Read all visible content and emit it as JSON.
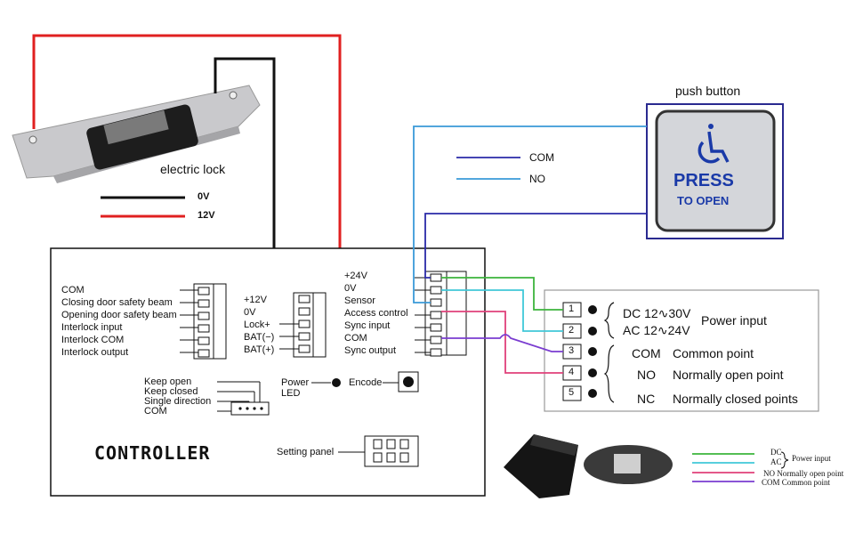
{
  "lock": {
    "title": "electric lock",
    "legend": [
      {
        "label": "0V",
        "color": "#111111"
      },
      {
        "label": "12V",
        "color": "#e02020"
      }
    ]
  },
  "push_button": {
    "title": "push button",
    "line1": "PRESS",
    "line2": "TO OPEN",
    "legend": [
      {
        "label": "COM",
        "color": "#2a2aa8"
      },
      {
        "label": "NO",
        "color": "#3a9ad8"
      }
    ]
  },
  "controller": {
    "title": "CONTROLLER",
    "left_terminals": [
      "COM",
      "Closing door safety beam",
      "Opening door safety beam",
      "Interlock input",
      "Interlock COM",
      "Interlock output"
    ],
    "mid_terminals": [
      "+12V",
      "0V",
      "Lock+",
      "BAT(−)",
      "BAT(+)"
    ],
    "right_terminals": [
      "+24V",
      "0V",
      "Sensor",
      "Access control",
      "Sync input",
      "COM",
      "Sync output"
    ],
    "mode_switch": [
      "Keep open",
      "Keep closed",
      "Single direction",
      "COM"
    ],
    "power_led": "Power",
    "led_word": "LED",
    "encode": "Encode",
    "setting_panel": "Setting panel"
  },
  "sensor_block": {
    "rows": [
      {
        "num": "1",
        "desc": "DC  12∿30V"
      },
      {
        "num": "2",
        "desc": "AC  12∿24V"
      },
      {
        "num": "3",
        "code": "COM",
        "desc": "Common point"
      },
      {
        "num": "4",
        "code": "NO",
        "desc": "Normally open point"
      },
      {
        "num": "5",
        "code": "NC",
        "desc": "Normally closed points"
      }
    ],
    "power_input": "Power input"
  },
  "small_legend": {
    "dc": "DC",
    "ac": "AC",
    "power_input": "Power input",
    "no": "NO  Normally open point",
    "com": "COM  Common point",
    "colors": [
      "#3cb43c",
      "#40c8d8",
      "#e0407a",
      "#7a3cd0"
    ]
  },
  "wire_colors": {
    "red": "#e02020",
    "black": "#111111",
    "blue_dark": "#2a2aa8",
    "blue_light": "#3a9ad8",
    "green": "#3cb43c",
    "cyan": "#40c8d8",
    "pink": "#e0407a",
    "purple": "#7a3cd0",
    "button_border": "#2a2a90"
  }
}
